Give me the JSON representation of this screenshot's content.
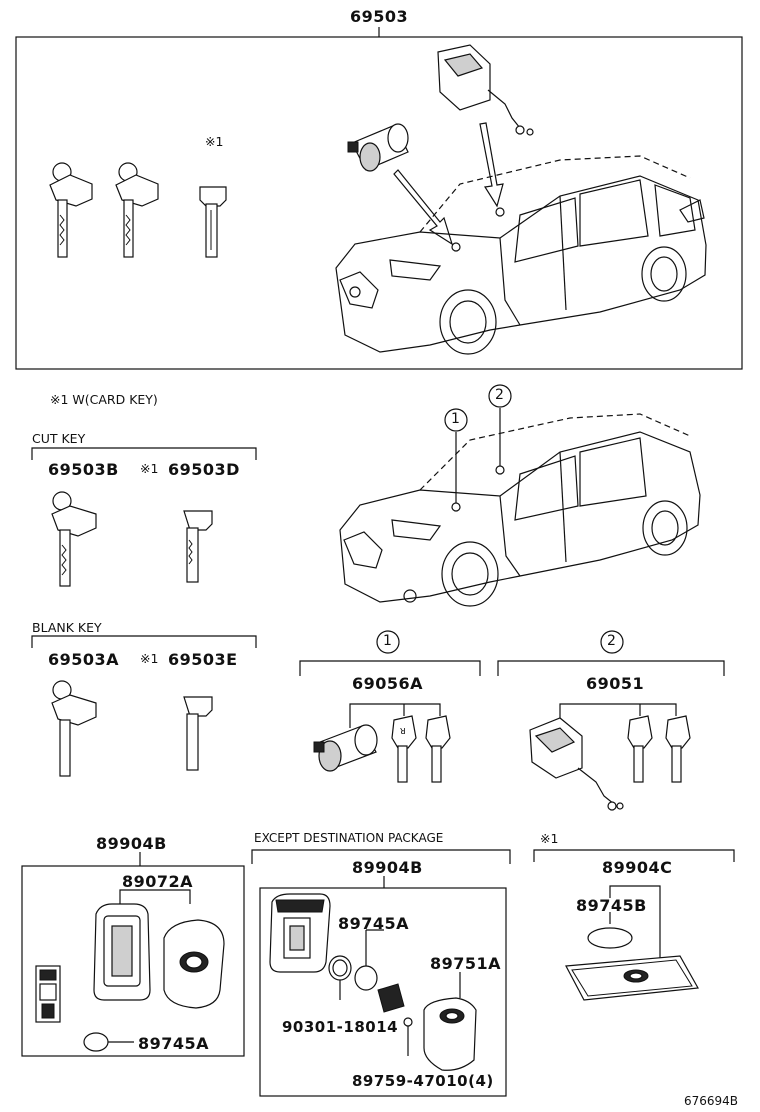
{
  "top_assembly": {
    "part_no": "69503"
  },
  "notes": {
    "card_key_note": "※1 W(CARD KEY)",
    "cut_key_label": "CUT KEY",
    "blank_key_label": "BLANK KEY",
    "star_mark": "※1",
    "except_label": "EXCEPT DESTINATION PACKAGE"
  },
  "cut_key": {
    "left": "69503B",
    "right": "69503D"
  },
  "blank_key": {
    "left": "69503A",
    "right": "69503E"
  },
  "callouts": {
    "one": "1",
    "two": "2"
  },
  "group1": {
    "part_no": "69056A"
  },
  "group2": {
    "part_no": "69051"
  },
  "fob_left": {
    "title": "89904B",
    "case": "89072A",
    "battery": "89745A"
  },
  "fob_mid": {
    "title": "89904B",
    "battery": "89745A",
    "cover": "89751A",
    "ring": "90301-18014",
    "screw": "89759-47010(4)"
  },
  "fob_right": {
    "title": "89904C",
    "battery": "89745B"
  },
  "footer": {
    "diagram_id": "676694B"
  }
}
